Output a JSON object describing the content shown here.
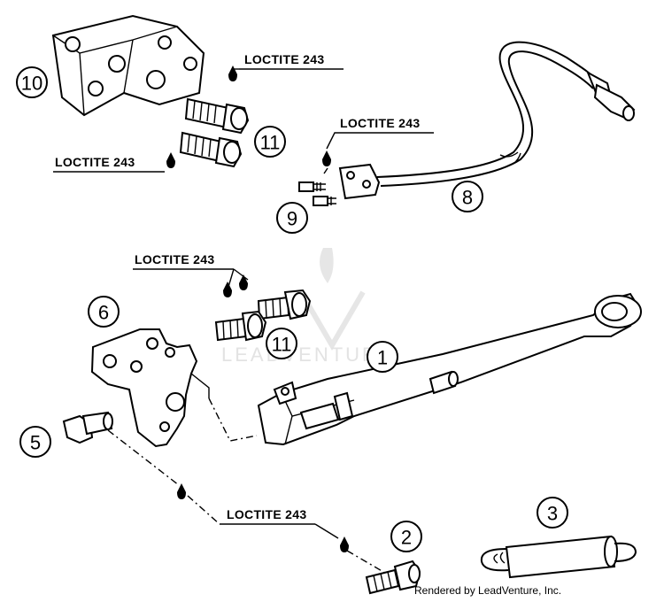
{
  "labels": {
    "loctite_top": "LOCTITE 243",
    "loctite_left": "LOCTITE 243",
    "loctite_wire": "LOCTITE 243",
    "loctite_mid": "LOCTITE 243",
    "loctite_bottom": "LOCTITE 243"
  },
  "part_numbers": {
    "p1": "1",
    "p2": "2",
    "p3": "3",
    "p5": "5",
    "p6": "6",
    "p8": "8",
    "p9": "9",
    "p10": "10",
    "p11_top": "11",
    "p11_mid": "11"
  },
  "watermark": "LEADVENTURE",
  "credit": "Rendered by LeadVenture, Inc."
}
